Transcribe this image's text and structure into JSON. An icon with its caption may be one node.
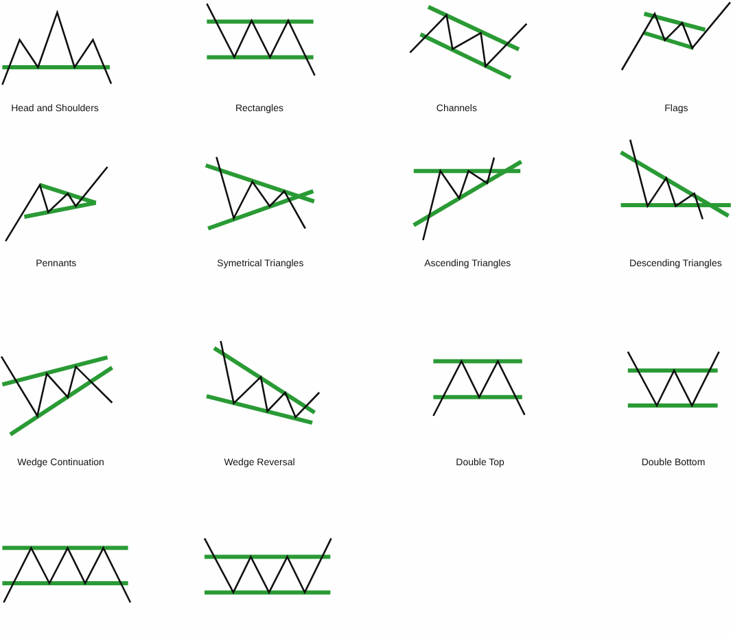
{
  "diagram": {
    "labels": [
      "Head and Shoulders",
      "Rectangles",
      "Channels",
      "Flags",
      "Pennants",
      "Symetrical Triangles",
      "Ascending Triangles",
      "Descending Triangles",
      "Wedge Continuation",
      "Wedge Reversal",
      "Double Top",
      "Double Bottom"
    ]
  }
}
